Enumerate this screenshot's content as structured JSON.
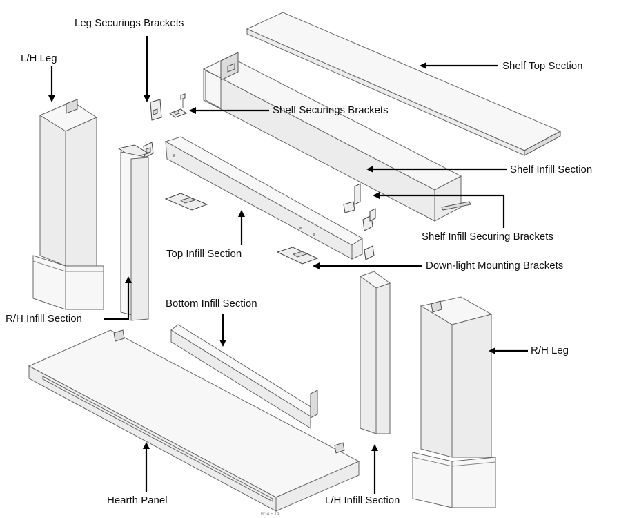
{
  "labels": {
    "leg_securing_brackets": "Leg Securings Brackets",
    "lh_leg": "L/H Leg",
    "shelf_top_section": "Shelf Top Section",
    "shelf_securing_brackets": "Shelf Securings Brackets",
    "shelf_infill_section": "Shelf Infill Section",
    "shelf_infill_securing_brackets": "Shelf Infill Securing Brackets",
    "top_infill_section": "Top Infill Section",
    "downlight_mounting_brackets": "Down-light Mounting Brackets",
    "rh_infill_section": "R/H Infill Section",
    "bottom_infill_section": "Bottom Infill Section",
    "rh_leg": "R/H Leg",
    "hearth_panel": "Hearth Panel",
    "lh_infill_section": "L/H Infill Section"
  },
  "drawing_code": "BGA F 1A"
}
